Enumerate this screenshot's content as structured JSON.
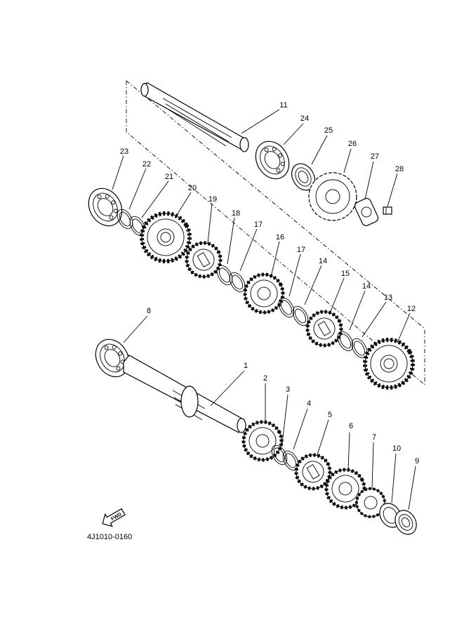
{
  "diagram": {
    "drawing_code": "4J1010-0160",
    "fwd_label": "FWD",
    "callouts": [
      "1",
      "2",
      "3",
      "4",
      "5",
      "6",
      "7",
      "8",
      "9",
      "10",
      "11",
      "12",
      "13",
      "14",
      "14",
      "15",
      "16",
      "17",
      "17",
      "18",
      "19",
      "20",
      "21",
      "22",
      "23",
      "24",
      "25",
      "26",
      "27",
      "28"
    ]
  }
}
